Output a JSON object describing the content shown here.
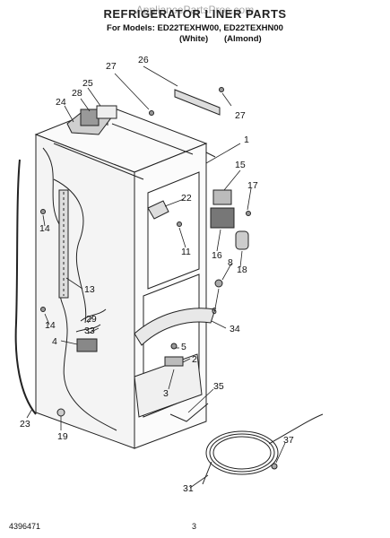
{
  "header": {
    "title": "REFRIGERATOR LINER PARTS",
    "watermark": "AppliancePartsPros.com",
    "models_line": "For Models: ED22TEXHW00, ED22TEXHN00",
    "variant_1": "(White)",
    "variant_2": "(Almond)"
  },
  "callouts": [
    "27",
    "26",
    "25",
    "28",
    "24",
    "27",
    "1",
    "15",
    "17",
    "22",
    "14",
    "11",
    "16",
    "18",
    "8",
    "13",
    "6",
    "29",
    "14",
    "33",
    "34",
    "4",
    "5",
    "2",
    "3",
    "35",
    "23",
    "19",
    "37",
    "31"
  ],
  "footer": {
    "doc_number": "4396471",
    "page_number": "3"
  }
}
